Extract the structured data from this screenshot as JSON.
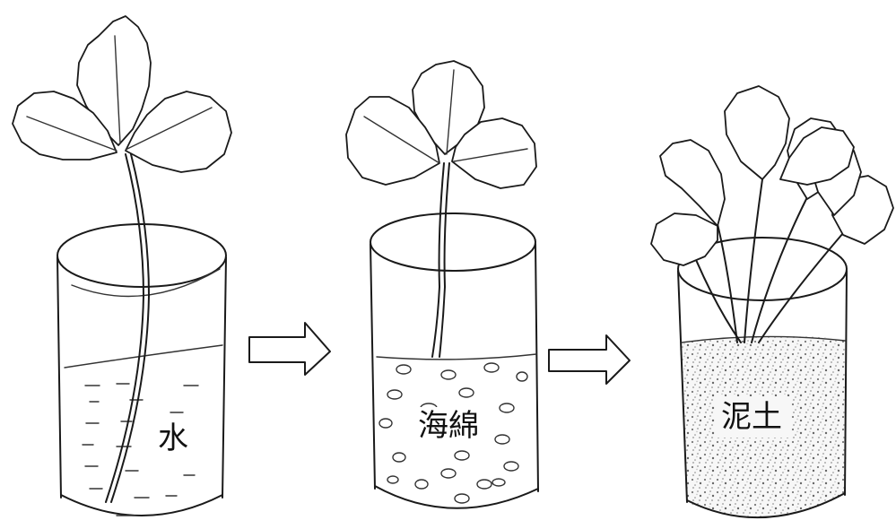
{
  "stages": [
    {
      "id": "water",
      "label": "水"
    },
    {
      "id": "sponge",
      "label": "海綿"
    },
    {
      "id": "soil",
      "label": "泥土"
    }
  ]
}
